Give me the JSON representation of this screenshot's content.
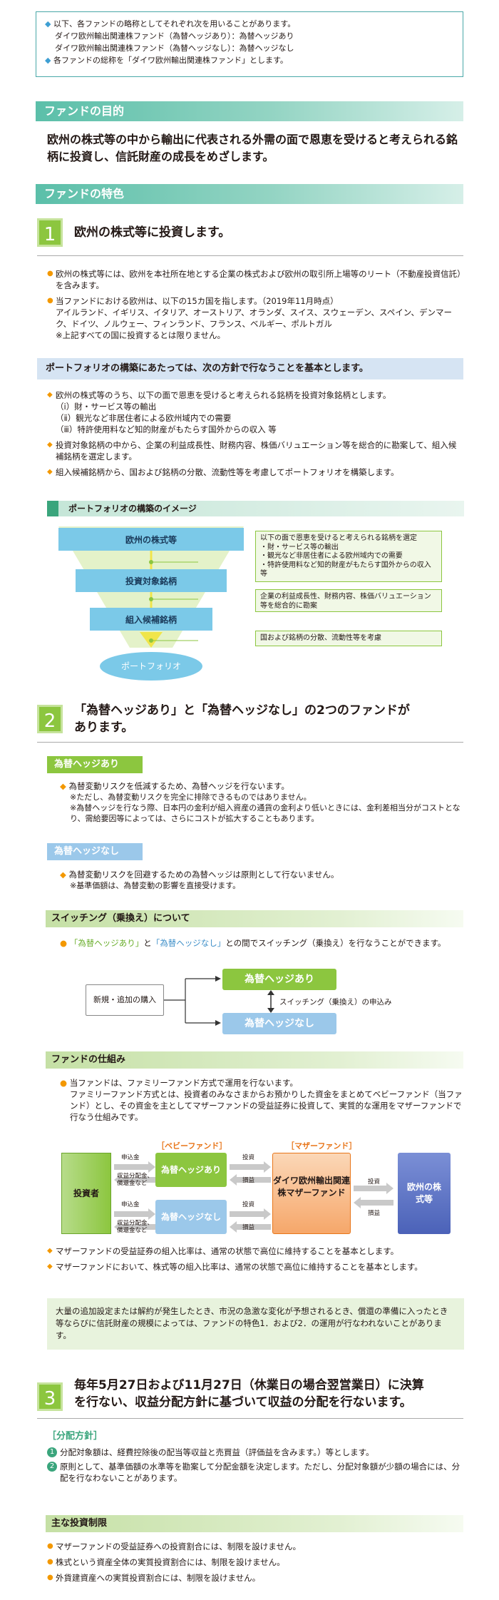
{
  "notes": [
    "以下、各ファンドの略称としてそれぞれ次を用いることがあります。",
    "ダイワ欧州輸出関連株ファンド（為替ヘッジあり）：為替ヘッジあり",
    "ダイワ欧州輸出関連株ファンド（為替ヘッジなし）：為替ヘッジなし",
    "各ファンドの総称を「ダイワ欧州輸出関連株ファンド」とします。"
  ],
  "purpose": {
    "title": "ファンドの目的",
    "text": "欧州の株式等の中から輸出に代表される外需の面で恩恵を受けると考えられる銘柄に投資し、信託財産の成長をめざします。"
  },
  "features_title": "ファンドの特色",
  "feature1": {
    "num": "1",
    "heading": "欧州の株式等に投資します。",
    "bullets": [
      "欧州の株式等には、欧州を本社所在地とする企業の株式および欧州の取引所上場等のリート（不動産投資信託）を含みます。",
      "当ファンドにおける欧州は、以下の15カ国を指します。（2019年11月時点）"
    ],
    "countries": "アイルランド、イギリス、イタリア、オーストリア、オランダ、スイス、スウェーデン、スペイン、デンマーク、ドイツ、ノルウェー、フィンランド、フランス、ベルギー、ポルトガル",
    "countries_note": "※上記すべての国に投資するとは限りません。",
    "policy_bar": "ポートフォリオの構築にあたっては、次の方針で行なうことを基本とします。",
    "policy": [
      "欧州の株式等のうち、以下の面で恩恵を受けると考えられる銘柄を投資対象銘柄とします。",
      "（ⅰ）財・サービス等の輸出",
      "（ⅱ）観光など非居住者による欧州域内での需要",
      "（ⅲ）特許使用料など知的財産がもたらす国外からの収入 等",
      "投資対象銘柄の中から、企業の利益成長性、財務内容、株価バリュエーション等を総合的に勘案して、組入候補銘柄を選定します。",
      "組入候補銘柄から、国および銘柄の分散、流動性等を考慮してポートフォリオを構築します。"
    ],
    "image_bar": "ポートフォリオの構築のイメージ",
    "funnel": [
      "欧州の株式等",
      "投資対象銘柄",
      "組入候補銘柄",
      "ポートフォリオ"
    ],
    "funnel_notes": [
      "以下の面で恩恵を受けると考えられる銘柄を選定",
      "・財・サービス等の輸出",
      "・観光など非居住者による欧州域内での需要",
      "・特許使用料など知的財産がもたらす国外からの収入 等",
      "企業の利益成長性、財務内容、株価バリュエーション等を総合的に勘案",
      "国および銘柄の分散、流動性等を考慮"
    ]
  },
  "feature2": {
    "num": "2",
    "heading1": "「為替ヘッジあり」と「為替ヘッジなし」の2つのファンドが",
    "heading2": "あります。",
    "hedge_tag": "為替ヘッジあり",
    "hedge_main": "為替変動リスクを低減するため、為替ヘッジを行ないます。",
    "hedge_n1": "※ただし、為替変動リスクを完全に排除できるものではありません。",
    "hedge_n2": "※為替ヘッジを行なう際、日本円の金利が組入資産の通貨の金利より低いときには、金利差相当分がコストとなり、需給要因等によっては、さらにコストが拡大することもあります。",
    "nohedge_tag": "為替ヘッジなし",
    "nohedge_main": "為替変動リスクを回避するための為替ヘッジは原則として行ないません。",
    "nohedge_n1": "※基準価額は、為替変動の影響を直接受けます。",
    "switch_tag": "スイッチング（乗換え）について",
    "switch_text_a": "「為替ヘッジあり」",
    "switch_text_b": "と",
    "switch_text_c": "「為替ヘッジなし」",
    "switch_text_d": "との間でスイッチング（乗換え）を行なうことができます。",
    "switch_new": "新規・追加の購入",
    "switch_hedge": "為替ヘッジあり",
    "switch_nohedge": "為替ヘッジなし",
    "switch_req": "スイッチング（乗換え）の申込み",
    "scheme_tag": "ファンドの仕組み",
    "scheme_text": [
      "当ファンドは、ファミリーファンド方式で運用を行ないます。",
      "ファミリーファンド方式とは、投資者のみなさまからお預かりした資金をまとめてベビーファンド（当ファンド）とし、その資金を主としてマザーファンドの受益証券に投資して、実質的な運用をマザーファンドで行なう仕組みです。"
    ],
    "scheme": {
      "investor": "投資者",
      "baby_label": "［ベビーファンド］",
      "mother_label": "［マザーファンド］",
      "baby1": "為替ヘッジあり",
      "baby2": "為替ヘッジなし",
      "mother": "ダイワ欧州輸出関連株マザーファンド",
      "stocks": "欧州の株式等",
      "apply": "申込金",
      "payout": "収益分配金、償還金など",
      "invest": "投資",
      "gain": "損益"
    },
    "scheme_bullets": [
      "マザーファンドの受益証券の組入比率は、通常の状態で高位に維持することを基本とします。",
      "マザーファンドにおいて、株式等の組入比率は、通常の状態で高位に維持することを基本とします。"
    ],
    "notice": "大量の追加設定または解約が発生したとき、市況の急激な変化が予想されるとき、償還の準備に入ったとき等ならびに信託財産の規模によっては、ファンドの特色1．および2．の運用が行なわれないことがあります。"
  },
  "feature3": {
    "num": "3",
    "heading1": "毎年5月27日および11月27日（休業日の場合翌営業日）に決算",
    "heading2": "を行ない、収益分配方針に基づいて収益の分配を行ないます。",
    "policy_label": "［分配方針］",
    "policy": [
      "分配対象額は、経費控除後の配当等収益と売買益（評価益を含みます。）等とします。",
      "原則として、基準価額の水準等を勘案して分配金額を決定します。ただし、分配対象額が少額の場合には、分配を行なわないことがあります。"
    ],
    "limits_tag": "主な投資制限",
    "limits": [
      "マザーファンドの受益証券への投資割合には、制限を設けません。",
      "株式という資産全体の実質投資割合には、制限を設けません。",
      "外貨建資産への実質投資割合には、制限を設けません。"
    ]
  },
  "colors": {
    "teal": "#5bbfa9",
    "green": "#8cc63f",
    "blue": "#9bc8ea",
    "orange": "#f39800"
  }
}
